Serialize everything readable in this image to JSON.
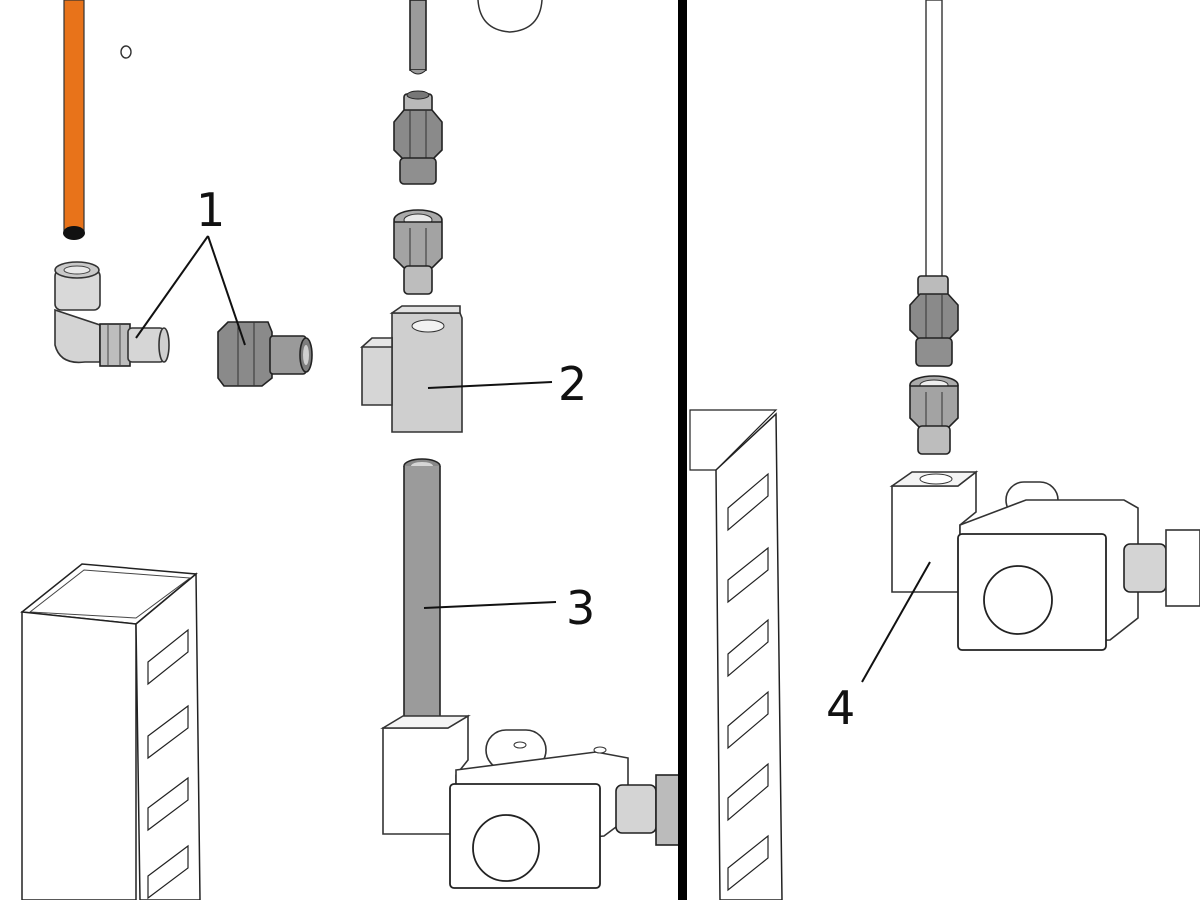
{
  "callouts": {
    "c1": "1",
    "c2": "2",
    "c3": "3",
    "c4": "4"
  },
  "colors": {
    "tube_orange": "#e8731a",
    "steel_dark": "#8a8a8a",
    "steel_mid": "#a9a9a9",
    "plastic_light": "#d9d9d9",
    "divider": "#000000"
  },
  "icons": {
    "left_panel": "exploded-view-assembly",
    "right_panel": "assembled-view"
  }
}
